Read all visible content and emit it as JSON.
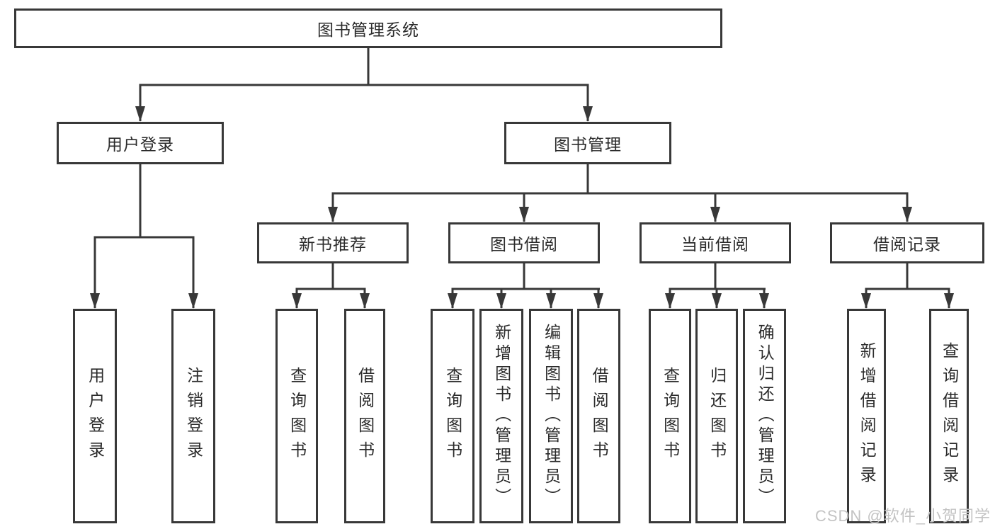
{
  "page": {
    "watermark": "CSDN @软件_小贺同学"
  },
  "colors": {
    "line": "#383838",
    "text": "#2b2b2b",
    "box_background": "#ffffff",
    "watermark": "#c3c3c3"
  },
  "nodes": {
    "root": {
      "label": "图书管理系统"
    },
    "user_login": {
      "label": "用户登录"
    },
    "book_management": {
      "label": "图书管理"
    },
    "new_book_recommendation": {
      "label": "新书推荐"
    },
    "book_borrowing": {
      "label": "图书借阅"
    },
    "current_borrowing": {
      "label": "当前借阅"
    },
    "borrowing_records": {
      "label": "借阅记录"
    },
    "leaf_user_login": {
      "label": "用户登录"
    },
    "leaf_logout": {
      "label": "注销登录"
    },
    "leaf_query_books_recommend": {
      "label": "查询图书"
    },
    "leaf_borrow_books_recommend": {
      "label": "借阅图书"
    },
    "leaf_query_books_borrowing": {
      "label": "查询图书"
    },
    "leaf_add_books_admin": {
      "label": "新增图书（管理员）"
    },
    "leaf_edit_books_admin": {
      "label": "编辑图书（管理员）"
    },
    "leaf_borrow_books_borrowing": {
      "label": "借阅图书"
    },
    "leaf_query_books_current": {
      "label": "查询图书"
    },
    "leaf_return_books": {
      "label": "归还图书"
    },
    "leaf_confirm_return_admin": {
      "label": "确认归还（管理员）"
    },
    "leaf_add_borrowing_record": {
      "label": "新增借阅记录"
    },
    "leaf_query_borrowing_record": {
      "label": "查询借阅记录"
    }
  },
  "edges": [
    {
      "from": "root",
      "to": [
        "user_login",
        "book_management"
      ]
    },
    {
      "from": "user_login",
      "to": [
        "leaf_user_login",
        "leaf_logout"
      ]
    },
    {
      "from": "book_management",
      "to": [
        "new_book_recommendation",
        "book_borrowing",
        "current_borrowing",
        "borrowing_records"
      ]
    },
    {
      "from": "new_book_recommendation",
      "to": [
        "leaf_query_books_recommend",
        "leaf_borrow_books_recommend"
      ]
    },
    {
      "from": "book_borrowing",
      "to": [
        "leaf_query_books_borrowing",
        "leaf_add_books_admin",
        "leaf_edit_books_admin",
        "leaf_borrow_books_borrowing"
      ]
    },
    {
      "from": "current_borrowing",
      "to": [
        "leaf_query_books_current",
        "leaf_return_books",
        "leaf_confirm_return_admin"
      ]
    },
    {
      "from": "borrowing_records",
      "to": [
        "leaf_add_borrowing_record",
        "leaf_query_borrowing_record"
      ]
    }
  ]
}
